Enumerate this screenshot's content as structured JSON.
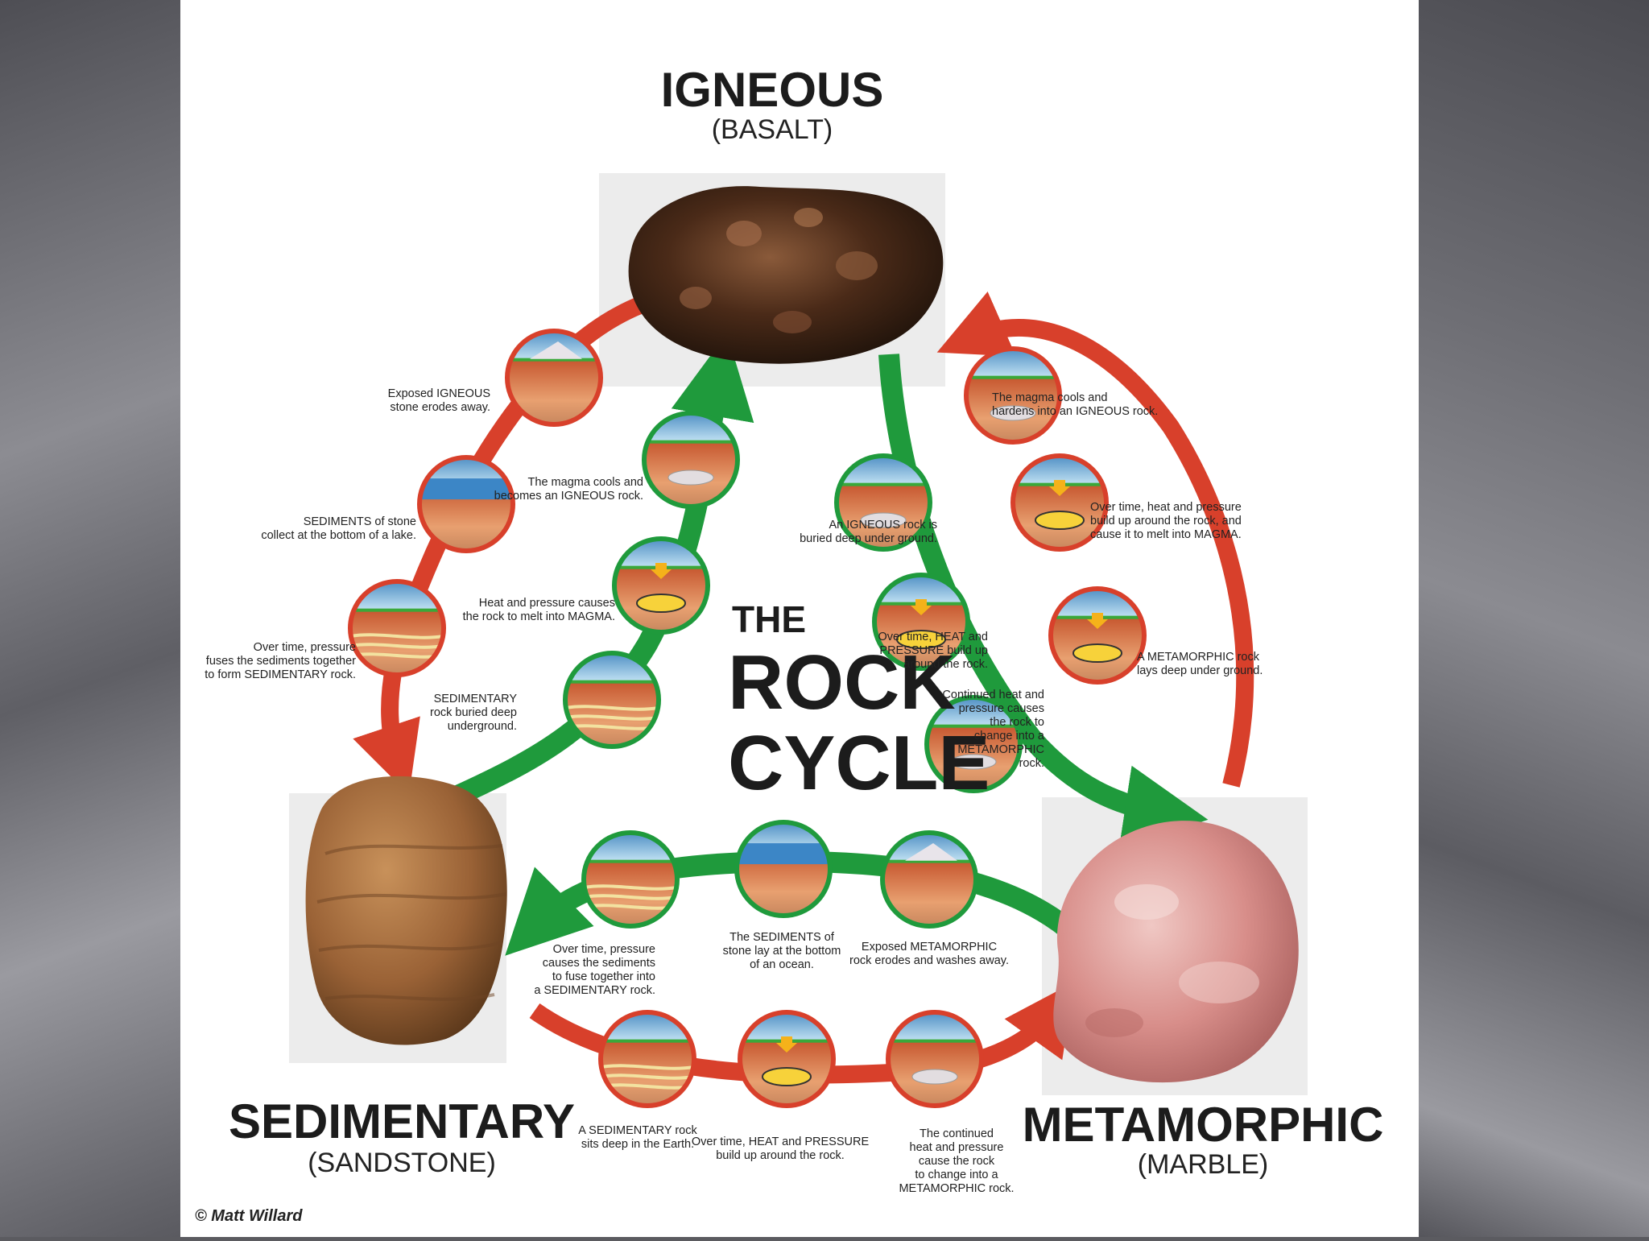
{
  "rocks": {
    "igneous": {
      "title": "IGNEOUS",
      "subtitle": "(BASALT)"
    },
    "sedimentary": {
      "title": "SEDIMENTARY",
      "subtitle": "(SANDSTONE)"
    },
    "metamorphic": {
      "title": "METAMORPHIC",
      "subtitle": "(MARBLE)"
    }
  },
  "center_title": {
    "line1": "THE",
    "line2": "ROCK",
    "line3": "CYCLE"
  },
  "captions": {
    "c1": [
      "Exposed IGNEOUS",
      "stone erodes away."
    ],
    "c2": [
      "SEDIMENTS of stone",
      "collect at the bottom of a lake."
    ],
    "c3": [
      "Over time, pressure",
      "fuses the sediments together",
      "to form SEDIMENTARY rock."
    ],
    "c4": [
      "The magma cools and",
      "becomes an IGNEOUS rock."
    ],
    "c5": [
      "Heat and pressure causes",
      "the rock to melt into MAGMA."
    ],
    "c6": [
      "SEDIMENTARY",
      "rock buried deep",
      "underground."
    ],
    "c7": [
      "The magma cools and",
      "hardens into an IGNEOUS rock."
    ],
    "c8": [
      "Over time, heat and pressure",
      "build up around the rock, and",
      "cause it to melt into MAGMA."
    ],
    "c9": [
      "A METAMORPHIC rock",
      "lays deep under ground."
    ],
    "c10": [
      "An IGNEOUS rock is",
      "buried deep under ground."
    ],
    "c11": [
      "Over time, HEAT and",
      "PRESSURE build up",
      "around the rock."
    ],
    "c12": [
      "Continued heat and",
      "pressure causes",
      "the rock to",
      "change into a",
      "METAMORPHIC",
      "rock."
    ],
    "c13": [
      "Over time, pressure",
      "causes the sediments",
      "to fuse together into",
      "a SEDIMENTARY rock."
    ],
    "c14": [
      "The SEDIMENTS of",
      "stone lay at the bottom",
      "of an ocean."
    ],
    "c15": [
      "Exposed METAMORPHIC",
      "rock erodes and washes away."
    ],
    "c16": [
      "A SEDIMENTARY rock",
      "sits deep in the Earth."
    ],
    "c17": [
      "Over time, HEAT and PRESSURE",
      "build up around the rock."
    ],
    "c18": [
      "The continued",
      "heat and pressure",
      "cause the rock",
      "to change into a",
      "METAMORPHIC rock."
    ]
  },
  "credit": "© Matt Willard",
  "colors": {
    "red_arrow": "#d8402b",
    "green_arrow": "#1f9a3c",
    "background": "#ffffff"
  }
}
